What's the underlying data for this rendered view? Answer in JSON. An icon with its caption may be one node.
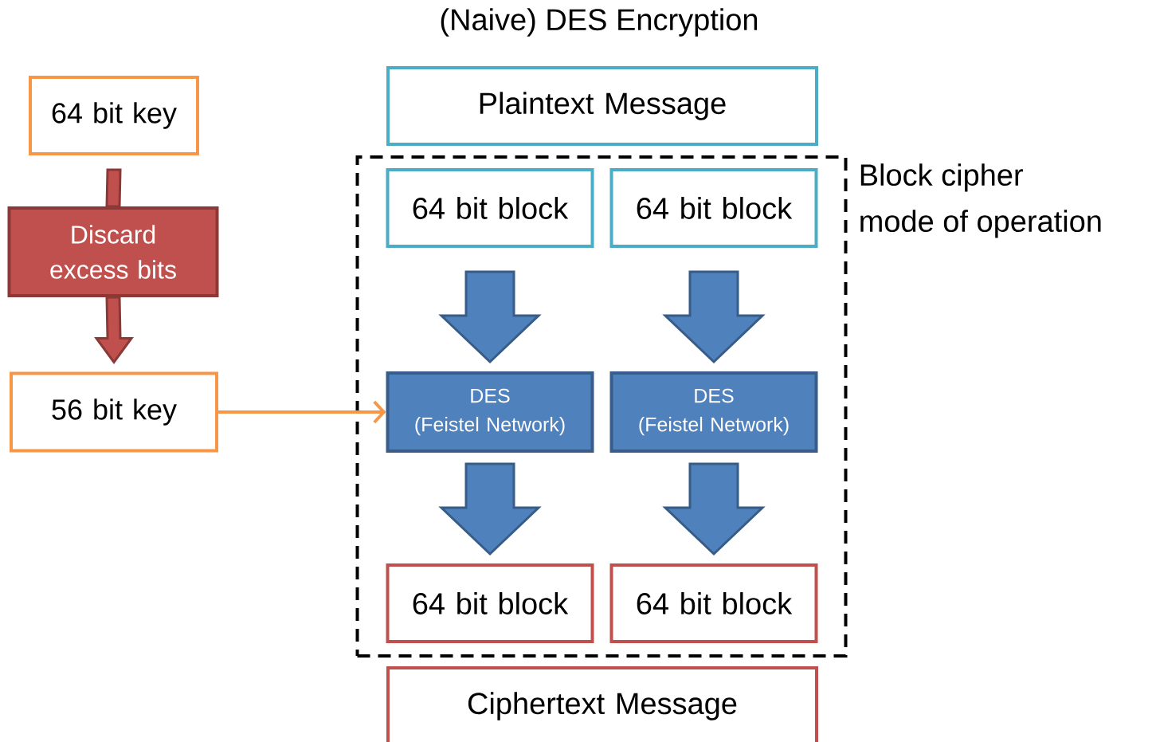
{
  "diagram": {
    "title": "(Naive) DES Encryption",
    "nodes": [
      {
        "text": [
          "64 bit key"
        ]
      },
      {
        "text": [
          "Discard excess bits"
        ]
      },
      {
        "text": [
          "56 bit key"
        ]
      },
      {
        "text": [
          "Plaintext Message"
        ]
      },
      {
        "text": [
          "Block cipher mode of operation"
        ]
      },
      {
        "text": [
          "64 bit block"
        ],
        "in": 4
      },
      {
        "text": [
          "64 bit block"
        ],
        "in": 4
      },
      {
        "text": [
          "DES",
          "(Feistel Network)"
        ],
        "in": 4
      },
      {
        "text": [
          "DES",
          "(Feistel Network)"
        ],
        "in": 4
      },
      {
        "text": [
          "64 bit block"
        ],
        "in": 4
      },
      {
        "text": [
          "64 bit block"
        ],
        "in": 4
      },
      {
        "text": [
          "Ciphertext Message"
        ]
      }
    ],
    "edges": [
      {
        "from": 0,
        "to": 1,
        "arrow": "none",
        "style": "thick",
        "color": "#c0504d"
      },
      {
        "from": 1,
        "to": 2,
        "arrow": "to",
        "style": "thick",
        "color": "#c0504d"
      },
      {
        "from": 2,
        "to": 7,
        "arrow": "to",
        "color": "#f79646"
      },
      {
        "from": 5,
        "to": 7,
        "arrow": "to",
        "style": "thick",
        "color": "#4f81bd"
      },
      {
        "from": 6,
        "to": 8,
        "arrow": "to",
        "style": "thick",
        "color": "#4f81bd"
      },
      {
        "from": 7,
        "to": 9,
        "arrow": "to",
        "style": "thick",
        "color": "#4f81bd"
      },
      {
        "from": 8,
        "to": 10,
        "arrow": "to",
        "style": "thick",
        "color": "#4f81bd"
      }
    ]
  }
}
